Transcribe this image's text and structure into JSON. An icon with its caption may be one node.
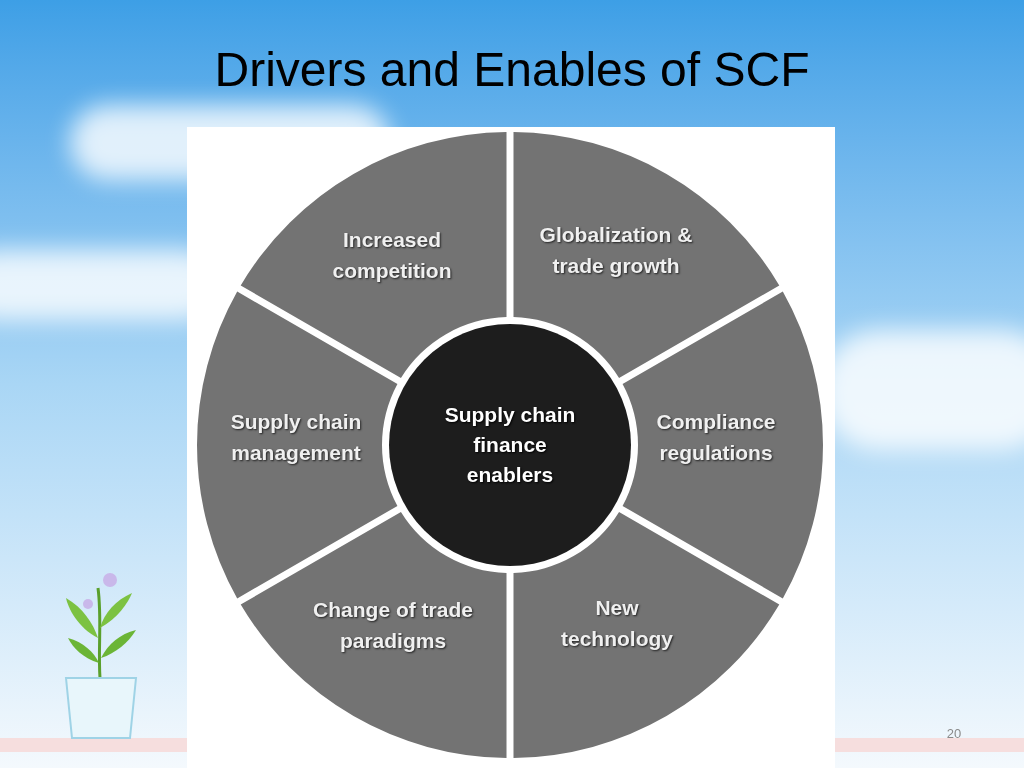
{
  "diagram": {
    "title": "Drivers and Enables of SCF",
    "nodes": [
      {
        "text": [
          "Increased competition"
        ]
      },
      {
        "text": [
          "Globalization & trade growth"
        ]
      },
      {
        "text": [
          "Supply chain management"
        ]
      },
      {
        "text": [
          "Supply chain finance enablers"
        ]
      },
      {
        "text": [
          "Compliance regulations"
        ]
      },
      {
        "text": [
          "Change of trade paradigms"
        ]
      },
      {
        "text": [
          "New technology"
        ]
      }
    ],
    "labels": [
      "20"
    ]
  }
}
